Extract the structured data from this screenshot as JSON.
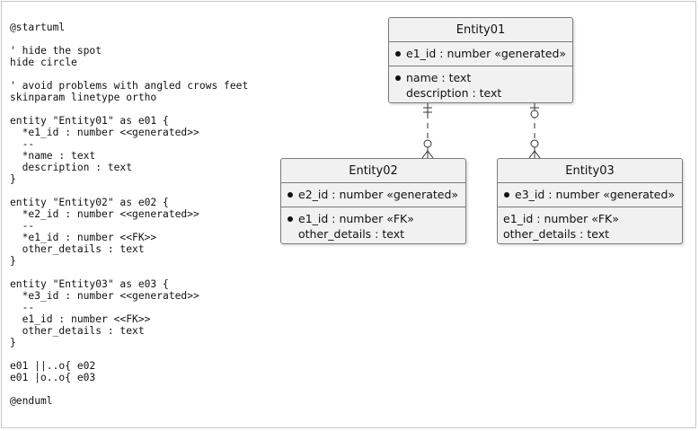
{
  "source_lines": [
    "@startuml",
    "",
    "' hide the spot",
    "hide circle",
    "",
    "' avoid problems with angled crows feet",
    "skinparam linetype ortho",
    "",
    "entity \"Entity01\" as e01 {",
    "  *e1_id : number <<generated>>",
    "  --",
    "  *name : text",
    "  description : text",
    "}",
    "",
    "entity \"Entity02\" as e02 {",
    "  *e2_id : number <<generated>>",
    "  --",
    "  *e1_id : number <<FK>>",
    "  other_details : text",
    "}",
    "",
    "entity \"Entity03\" as e03 {",
    "  *e3_id : number <<generated>>",
    "  --",
    "  e1_id : number <<FK>>",
    "  other_details : text",
    "}",
    "",
    "e01 ||..o{ e02",
    "e01 |o..o{ e03",
    "",
    "@enduml"
  ],
  "entities": {
    "e01": {
      "title": "Entity01",
      "key": "e1_id : number «generated»",
      "fields": [
        {
          "text": "name : text",
          "mandatory": true
        },
        {
          "text": "description : text",
          "mandatory": false
        }
      ]
    },
    "e02": {
      "title": "Entity02",
      "key": "e2_id : number «generated»",
      "fields": [
        {
          "text": "e1_id : number «FK»",
          "mandatory": true
        },
        {
          "text": "other_details : text",
          "mandatory": false
        }
      ]
    },
    "e03": {
      "title": "Entity03",
      "key": "e3_id : number «generated»",
      "fields": [
        {
          "text": "e1_id : number «FK»",
          "mandatory": false
        },
        {
          "text": "other_details : text",
          "mandatory": false
        }
      ]
    }
  },
  "relations": [
    {
      "from": "e01",
      "to": "e02",
      "from_cardinality": "exactly-one",
      "to_cardinality": "zero-or-many"
    },
    {
      "from": "e01",
      "to": "e03",
      "from_cardinality": "zero-or-one",
      "to_cardinality": "zero-or-many"
    }
  ],
  "colors": {
    "entity_fill": "#f1f1f1",
    "entity_border": "#7a7a7a",
    "line": "#333333"
  }
}
